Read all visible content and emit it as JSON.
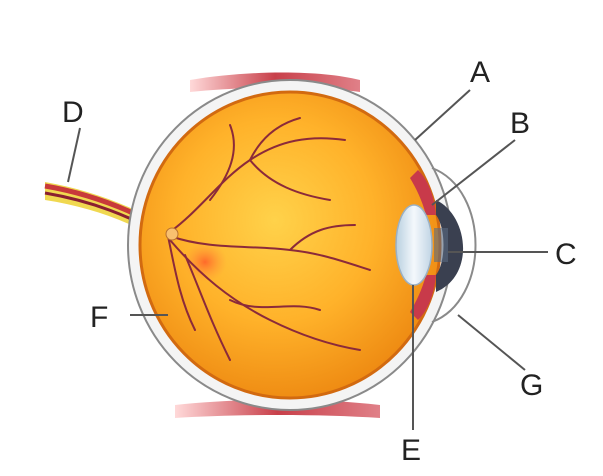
{
  "labels": {
    "A": "A",
    "B": "B",
    "C": "C",
    "D": "D",
    "E": "E",
    "F": "F",
    "G": "G"
  },
  "colors": {
    "eyeball_outer": "#f29a1a",
    "eyeball_inner": "#ffc840",
    "sclera_outline": "#8a8a8a",
    "muscle": "#c8404a",
    "vessel": "#8b2a3a",
    "optic_nerve_yellow": "#f0d850",
    "lens": "#d8e8f0",
    "cornea_dark": "#3a4050",
    "label_line": "#555555"
  }
}
